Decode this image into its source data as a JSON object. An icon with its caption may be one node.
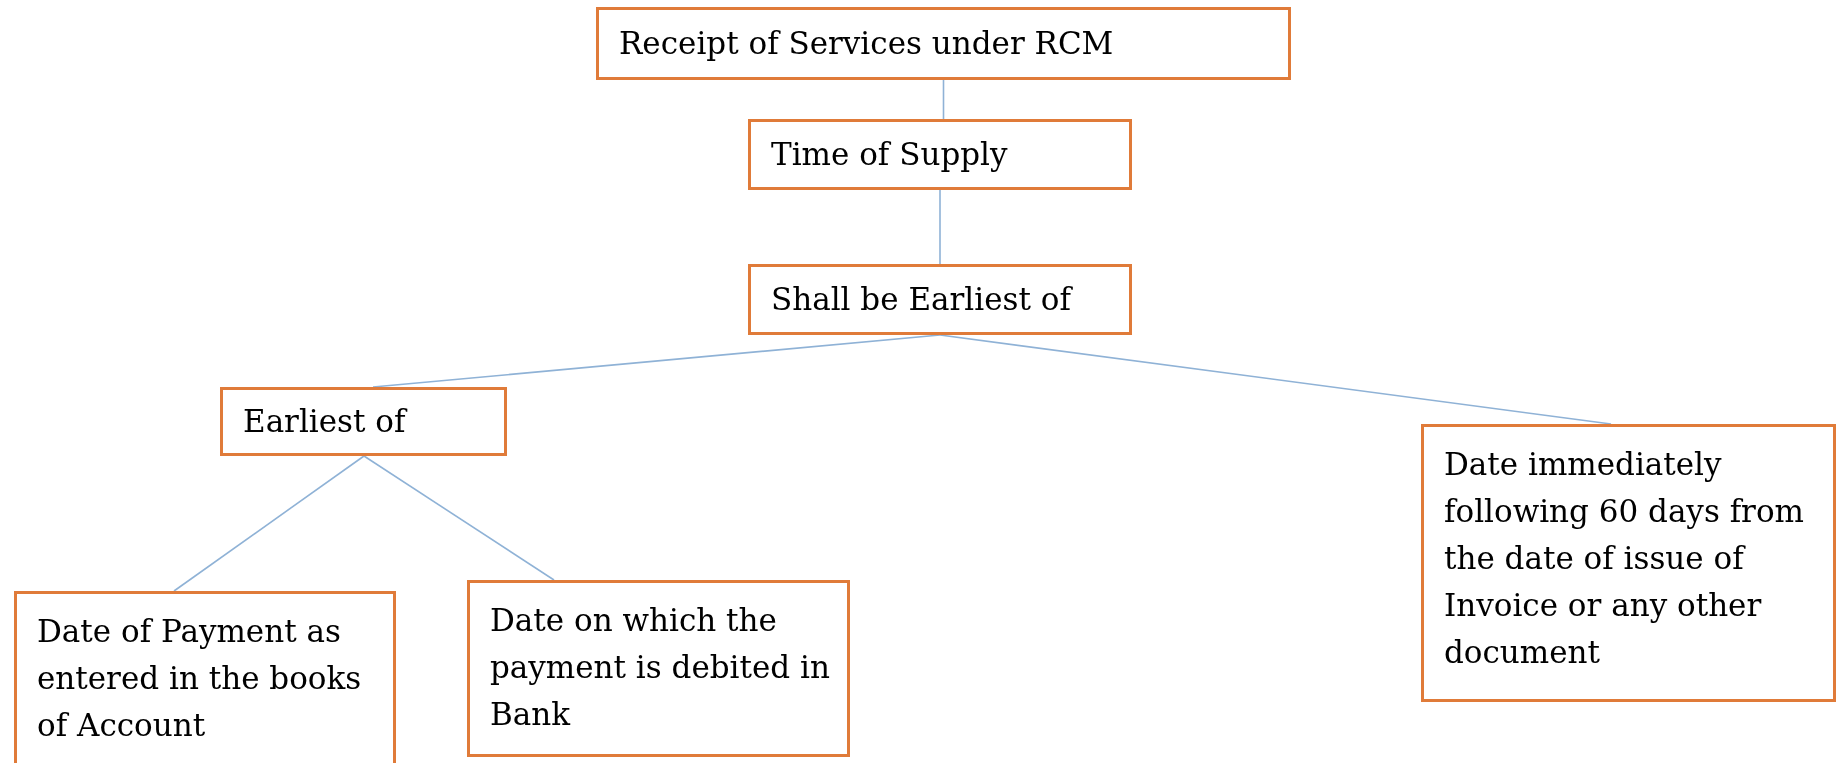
{
  "diagram": {
    "nodes": [
      {
        "text": [
          "Receipt of Services under RCM"
        ]
      },
      {
        "text": [
          "Time of Supply"
        ]
      },
      {
        "text": [
          "Shall be Earliest of"
        ]
      },
      {
        "text": [
          "Earliest of"
        ]
      },
      {
        "text": [
          "Date of Payment as entered in the books of Account"
        ]
      },
      {
        "text": [
          "Date on which the payment is debited in Bank"
        ]
      },
      {
        "text": [
          "Date immediately following 60 days from the date of issue of Invoice or any other document"
        ]
      }
    ],
    "edges": [
      {
        "from": 0,
        "to": 1,
        "arrow": "none"
      },
      {
        "from": 1,
        "to": 2,
        "arrow": "none"
      },
      {
        "from": 2,
        "to": 3,
        "arrow": "none"
      },
      {
        "from": 2,
        "to": 6,
        "arrow": "none"
      },
      {
        "from": 3,
        "to": 4,
        "arrow": "none"
      },
      {
        "from": 3,
        "to": 5,
        "arrow": "none"
      }
    ]
  }
}
